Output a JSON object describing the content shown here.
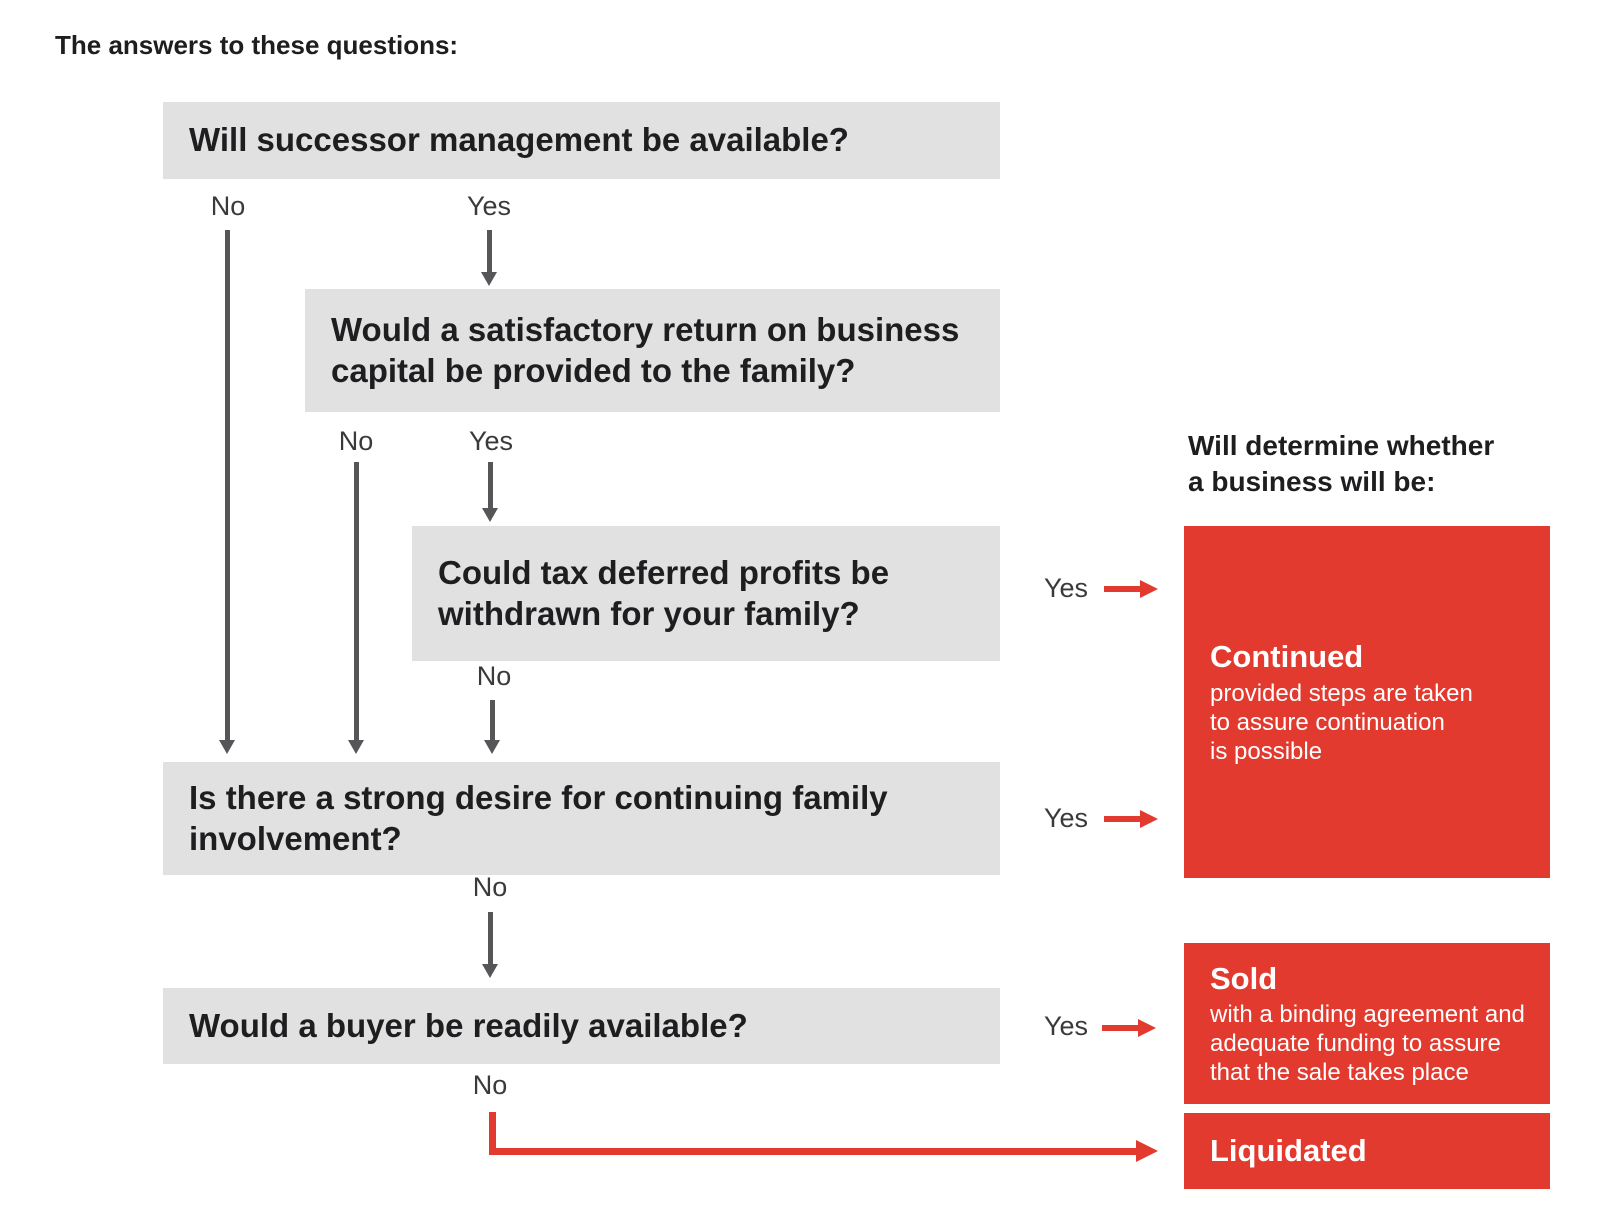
{
  "title": "The answers to these questions:",
  "labels": {
    "no": "No",
    "yes": "Yes"
  },
  "questions": [
    {
      "text": "Will successor management be available?"
    },
    {
      "text": "Would a satisfactory return on business\ncapital be provided to the family?"
    },
    {
      "text": "Could tax deferred profits be\nwithdrawn for your family?"
    },
    {
      "text": "Is there a strong desire for continuing family\ninvolvement?"
    },
    {
      "text": "Would a buyer be readily available?"
    }
  ],
  "right_heading": "Will determine whether\na business will be:",
  "outcomes": [
    {
      "title": "Continued",
      "description": "provided steps are taken\nto assure continuation\nis possible"
    },
    {
      "title": "Sold",
      "description": "with a binding agreement and\nadequate funding to assure\nthat the sale takes place"
    },
    {
      "title": "Liquidated",
      "description": ""
    }
  ],
  "colors": {
    "question_box": "#e1e1e1",
    "outcome_box": "#e23a2e",
    "arrow_gray": "#565659",
    "text": "#1e1e20"
  }
}
